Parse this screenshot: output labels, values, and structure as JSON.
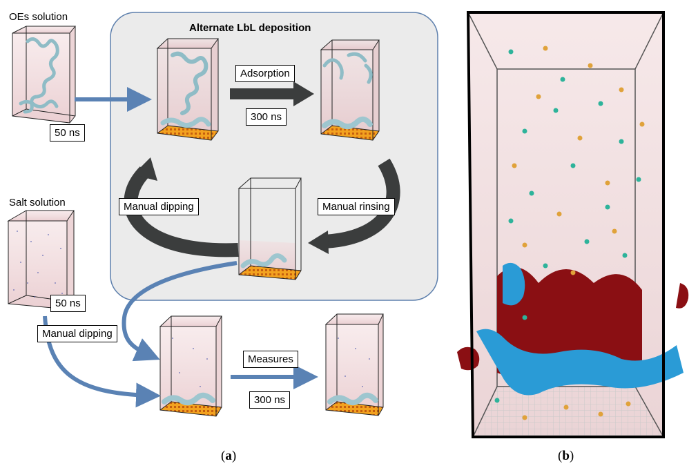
{
  "panel_a": {
    "oes_solution_label": "OEs solution",
    "salt_solution_label": "Salt solution",
    "lbl_deposition_title": "Alternate LbL deposition",
    "adsorption_label": "Adsorption",
    "adsorption_time": "300 ns",
    "oes_time": "50 ns",
    "salt_time": "50 ns",
    "manual_dipping_cycle": "Manual dipping",
    "manual_rinsing": "Manual rinsing",
    "manual_dipping_bottom": "Manual dipping",
    "measures_label": "Measures",
    "measures_time": "300 ns",
    "caption": {
      "open": "(",
      "letter": "a",
      "close": ")"
    }
  },
  "panel_b": {
    "caption": {
      "open": "(",
      "letter": "b",
      "close": ")"
    }
  },
  "colors": {
    "process_arrow": "#5a82b4",
    "cycle_arrow": "#3b3d3d",
    "deposition_panel_fill": "#ebebeb",
    "deposition_panel_border": "#5e80ad",
    "oe_chain": "#9ec6cf",
    "water_box": "#e9c9cc",
    "substrate_orange": "#e58a17",
    "polymer_blue": "#2a9bd6",
    "polymer_red": "#8a0f13",
    "ion_green": "#2db39a",
    "ion_orange": "#e0a23a"
  }
}
